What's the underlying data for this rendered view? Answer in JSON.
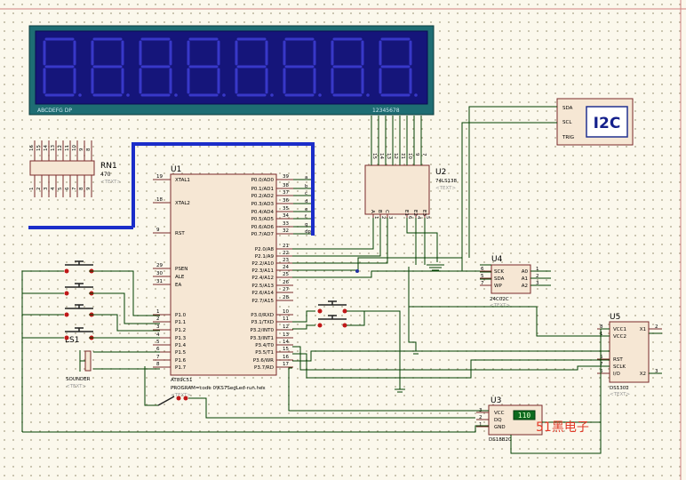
{
  "lcd": {
    "segment_labels": "ABCDEFG  DP",
    "digit_labels": "12345678"
  },
  "rn1": {
    "ref": "RN1",
    "value": "470",
    "ghost": "<TEXT>"
  },
  "u1": {
    "ref": "U1",
    "part": "AT89C51",
    "program": "PROGRAM=code 0\\KS7SegLed-run.hex",
    "ghost": "<TEXT>",
    "left_pins": [
      {
        "num": "19",
        "name": "XTAL1"
      },
      {
        "num": "18",
        "name": "XTAL2"
      },
      {
        "num": "9",
        "name": "RST"
      },
      {
        "num": "29",
        "name": "PSEN"
      },
      {
        "num": "30",
        "name": "ALE"
      },
      {
        "num": "31",
        "name": "EA"
      },
      {
        "num": "1",
        "name": "P1.0"
      },
      {
        "num": "2",
        "name": "P1.1"
      },
      {
        "num": "3",
        "name": "P1.2"
      },
      {
        "num": "4",
        "name": "P1.3"
      },
      {
        "num": "5",
        "name": "P1.4"
      },
      {
        "num": "6",
        "name": "P1.5"
      },
      {
        "num": "7",
        "name": "P1.6"
      },
      {
        "num": "8",
        "name": "P1.7"
      }
    ],
    "p0_pins": [
      {
        "num": "39",
        "name": "P0.0/AD0",
        "bus": "a"
      },
      {
        "num": "38",
        "name": "P0.1/AD1",
        "bus": "b"
      },
      {
        "num": "37",
        "name": "P0.2/AD2",
        "bus": "c"
      },
      {
        "num": "36",
        "name": "P0.3/AD3",
        "bus": "d"
      },
      {
        "num": "35",
        "name": "P0.4/AD4",
        "bus": "e"
      },
      {
        "num": "34",
        "name": "P0.5/AD5",
        "bus": "f"
      },
      {
        "num": "33",
        "name": "P0.6/AD6",
        "bus": "g"
      },
      {
        "num": "32",
        "name": "P0.7/AD7",
        "bus": "dp"
      }
    ],
    "p2_pins": [
      {
        "num": "21",
        "name": "P2.0/A8"
      },
      {
        "num": "22",
        "name": "P2.1/A9"
      },
      {
        "num": "23",
        "name": "P2.2/A10"
      },
      {
        "num": "24",
        "name": "P2.3/A11"
      },
      {
        "num": "25",
        "name": "P2.4/A12"
      },
      {
        "num": "26",
        "name": "P2.5/A13"
      },
      {
        "num": "27",
        "name": "P2.6/A14"
      },
      {
        "num": "28",
        "name": "P2.7/A15"
      }
    ],
    "p3_pins": [
      {
        "num": "10",
        "name": "P3.0/RXD"
      },
      {
        "num": "11",
        "name": "P3.1/TXD"
      },
      {
        "num": "12",
        "name": "P3.2/INT0"
      },
      {
        "num": "13",
        "name": "P3.3/INT1"
      },
      {
        "num": "14",
        "name": "P3.4/T0"
      },
      {
        "num": "15",
        "name": "P3.5/T1"
      },
      {
        "num": "16",
        "name": "P3.6/WR"
      },
      {
        "num": "17",
        "name": "P3.7/RD"
      }
    ]
  },
  "u2": {
    "ref": "U2",
    "part": "74LS138",
    "ghost": "<TEXT>",
    "top_pins": [
      "15",
      "14",
      "13",
      "12",
      "11",
      "10",
      "9",
      "7"
    ],
    "bottom_pins": [
      "1",
      "2",
      "3",
      "6",
      "4",
      "5"
    ],
    "inner_labels": [
      "A",
      "B",
      "C",
      "E1",
      "E2",
      "E3"
    ]
  },
  "i2c": {
    "pins": [
      "SDA",
      "SCL",
      "TRIG"
    ],
    "label": "I2C"
  },
  "u4": {
    "ref": "U4",
    "part": "24C02C",
    "ghost": "<TEXT>",
    "left_pins": [
      {
        "num": "6",
        "name": "SCK"
      },
      {
        "num": "5",
        "name": "SDA"
      },
      {
        "num": "7",
        "name": "WP"
      }
    ],
    "right_pins": [
      {
        "num": "1",
        "name": "A0"
      },
      {
        "num": "2",
        "name": "A1"
      },
      {
        "num": "3",
        "name": "A2"
      }
    ]
  },
  "u5": {
    "ref": "U5",
    "part": "DS1302",
    "ghost": "<TEXT>",
    "left_pins": [
      {
        "num": "8",
        "name": "VCC1"
      },
      {
        "num": "1",
        "name": "VCC2"
      },
      {
        "num": "5",
        "name": "RST"
      },
      {
        "num": "7",
        "name": "SCLK"
      },
      {
        "num": "6",
        "name": "I/O"
      }
    ],
    "right_pins": [
      {
        "num": "2",
        "name": "X1"
      },
      {
        "num": "3",
        "name": "X2"
      }
    ]
  },
  "u3": {
    "ref": "U3",
    "part": "DS18B20",
    "display": "110",
    "pins": [
      {
        "num": "3",
        "name": "VCC"
      },
      {
        "num": "2",
        "name": "DQ"
      },
      {
        "num": "1",
        "name": "GND"
      }
    ]
  },
  "ls1": {
    "ref": "LS1",
    "part": "SOUNDER",
    "ghost": "<TEXT>"
  },
  "watermark": "51黑电子"
}
